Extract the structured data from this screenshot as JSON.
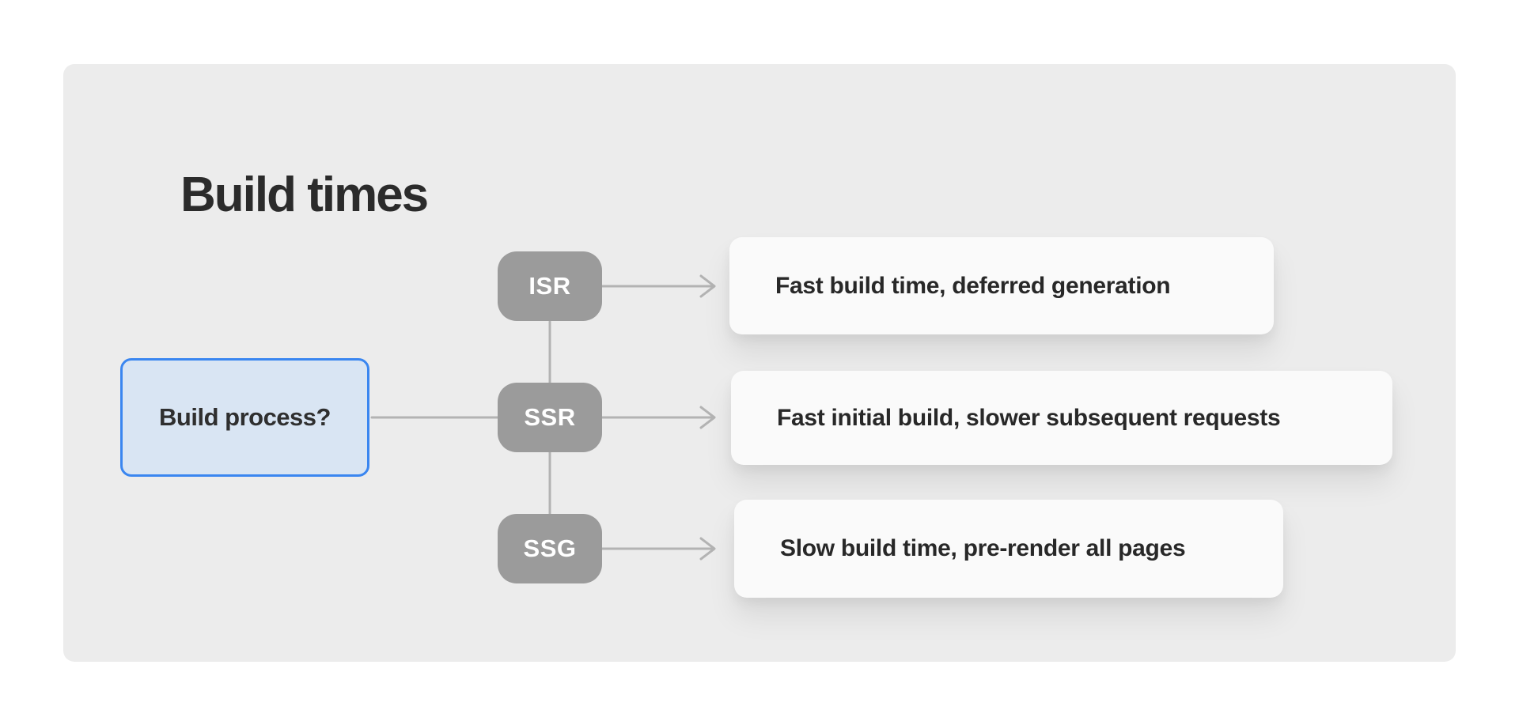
{
  "title": "Build times",
  "diagram": {
    "root": {
      "label": "Build process?"
    },
    "nodes": [
      {
        "id": "isr",
        "label": "ISR",
        "result": "Fast build time, deferred generation"
      },
      {
        "id": "ssr",
        "label": "SSR",
        "result": "Fast initial build, slower subsequent requests"
      },
      {
        "id": "ssg",
        "label": "SSG",
        "result": "Slow build time, pre-render all pages"
      }
    ]
  },
  "colors": {
    "page_bg": "#ffffff",
    "card_bg": "#ececec",
    "node_bg": "#9b9b9b",
    "node_text": "#ffffff",
    "root_bg": "#d9e5f3",
    "root_border": "#3a86f0",
    "result_bg": "#fafafa",
    "line": "#b3b3b3",
    "text_dark": "#2b2b2b",
    "text_body": "#282828"
  }
}
